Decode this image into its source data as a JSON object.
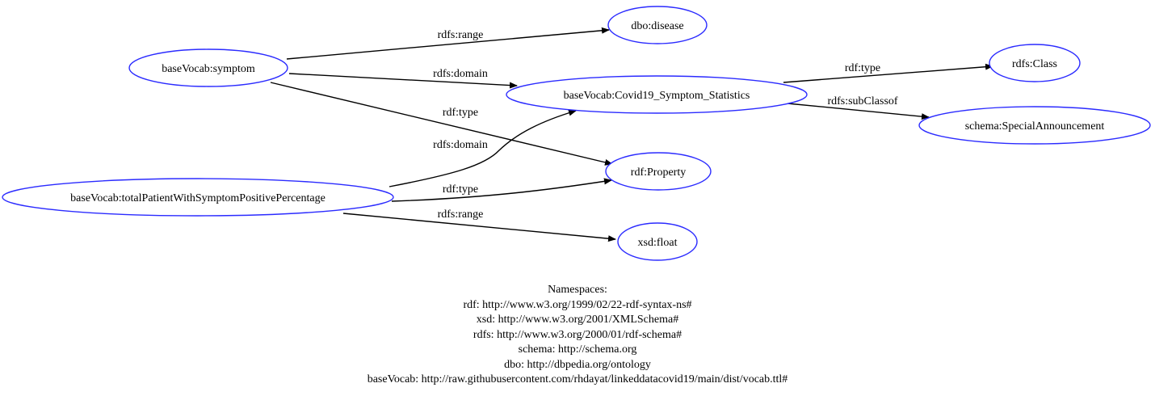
{
  "colors": {
    "node_border": "#2b2bff",
    "edge": "#000000",
    "text": "#000000"
  },
  "nodes": {
    "dbo_disease": "dbo:disease",
    "symptom": "baseVocab:symptom",
    "rdfs_class": "rdfs:Class",
    "covid_stats": "baseVocab:Covid19_Symptom_Statistics",
    "special_announcement": "schema:SpecialAnnouncement",
    "rdf_property": "rdf:Property",
    "total_patient": "baseVocab:totalPatientWithSymptomPositivePercentage",
    "xsd_float": "xsd:float"
  },
  "edges": {
    "symptom_range": "rdfs:range",
    "symptom_domain": "rdfs:domain",
    "symptom_type": "rdf:type",
    "total_domain": "rdfs:domain",
    "total_type": "rdf:type",
    "total_range": "rdfs:range",
    "covid_type": "rdf:type",
    "covid_subclass": "rdfs:subClassof"
  },
  "namespaces": {
    "heading": "Namespaces:",
    "lines": [
      "rdf: http://www.w3.org/1999/02/22-rdf-syntax-ns#",
      "xsd: http://www.w3.org/2001/XMLSchema#",
      "rdfs: http://www.w3.org/2000/01/rdf-schema#",
      "schema: http://schema.org",
      "dbo: http://dbpedia.org/ontology",
      "baseVocab: http://raw.githubusercontent.com/rhdayat/linkeddatacovid19/main/dist/vocab.ttl#"
    ]
  }
}
